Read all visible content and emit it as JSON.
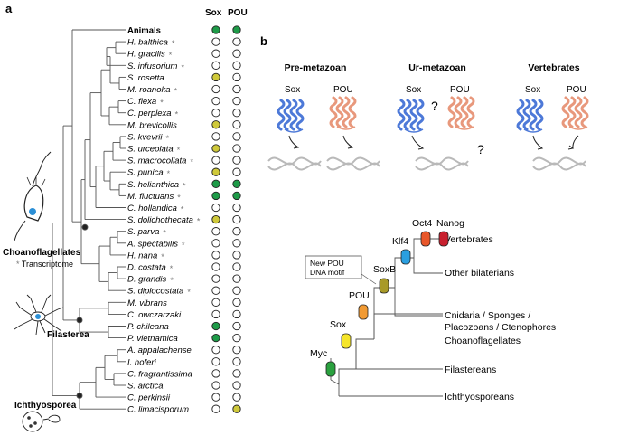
{
  "panel_a": {
    "label": "a",
    "columns": [
      "Sox",
      "POU"
    ],
    "taxa": [
      {
        "name": "Animals",
        "transcriptome": false,
        "sox": "green",
        "pou": "green"
      },
      {
        "name": "H. balthica",
        "transcriptome": true,
        "sox": "white",
        "pou": "white"
      },
      {
        "name": "H. gracilis",
        "transcriptome": true,
        "sox": "white",
        "pou": "white"
      },
      {
        "name": "S. infusorium",
        "transcriptome": true,
        "sox": "white",
        "pou": "white"
      },
      {
        "name": "S. rosetta",
        "transcriptome": false,
        "sox": "yellow",
        "pou": "white"
      },
      {
        "name": "M. roanoka",
        "transcriptome": true,
        "sox": "white",
        "pou": "white"
      },
      {
        "name": "C. flexa",
        "transcriptome": true,
        "sox": "white",
        "pou": "white"
      },
      {
        "name": "C. perplexa",
        "transcriptome": true,
        "sox": "white",
        "pou": "white"
      },
      {
        "name": "M. brevicollis",
        "transcriptome": false,
        "sox": "yellow",
        "pou": "white"
      },
      {
        "name": "S. kvevrii",
        "transcriptome": true,
        "sox": "white",
        "pou": "white"
      },
      {
        "name": "S. urceolata",
        "transcriptome": true,
        "sox": "yellow",
        "pou": "white"
      },
      {
        "name": "S. macrocollata",
        "transcriptome": true,
        "sox": "white",
        "pou": "white"
      },
      {
        "name": "S. punica",
        "transcriptome": true,
        "sox": "yellow",
        "pou": "white"
      },
      {
        "name": "S. helianthica",
        "transcriptome": true,
        "sox": "green",
        "pou": "green"
      },
      {
        "name": "M. fluctuans",
        "transcriptome": true,
        "sox": "green",
        "pou": "green"
      },
      {
        "name": "C. hollandica",
        "transcriptome": true,
        "sox": "white",
        "pou": "white"
      },
      {
        "name": "S. dolichothecata",
        "transcriptome": true,
        "sox": "yellow",
        "pou": "white"
      },
      {
        "name": "S. parva",
        "transcriptome": true,
        "sox": "white",
        "pou": "white"
      },
      {
        "name": "A. spectabilis",
        "transcriptome": true,
        "sox": "white",
        "pou": "white"
      },
      {
        "name": "H. nana",
        "transcriptome": true,
        "sox": "white",
        "pou": "white"
      },
      {
        "name": "D. costata",
        "transcriptome": true,
        "sox": "white",
        "pou": "white"
      },
      {
        "name": "D. grandis",
        "transcriptome": true,
        "sox": "white",
        "pou": "white"
      },
      {
        "name": "S. diplocostata",
        "transcriptome": true,
        "sox": "white",
        "pou": "white"
      },
      {
        "name": "M. vibrans",
        "transcriptome": false,
        "sox": "white",
        "pou": "white"
      },
      {
        "name": "C. owczarzaki",
        "transcriptome": false,
        "sox": "white",
        "pou": "white"
      },
      {
        "name": "P. chileana",
        "transcriptome": false,
        "sox": "green",
        "pou": "white"
      },
      {
        "name": "P. vietnamica",
        "transcriptome": false,
        "sox": "green",
        "pou": "white"
      },
      {
        "name": "A. appalachense",
        "transcriptome": false,
        "sox": "white",
        "pou": "white"
      },
      {
        "name": "I. hoferi",
        "transcriptome": false,
        "sox": "white",
        "pou": "white"
      },
      {
        "name": "C. fragrantissima",
        "transcriptome": false,
        "sox": "white",
        "pou": "white"
      },
      {
        "name": "S. arctica",
        "transcriptome": false,
        "sox": "white",
        "pou": "white"
      },
      {
        "name": "C. perkinsii",
        "transcriptome": false,
        "sox": "white",
        "pou": "white"
      },
      {
        "name": "C. limacisporum",
        "transcriptome": false,
        "sox": "white",
        "pou": "yellow"
      }
    ],
    "groups": {
      "choano": "Choanoflagellates",
      "transcriptome_note": "Transcriptome",
      "filasterea": "Filasterea",
      "ichthyo": "Ichthyosporea"
    }
  },
  "panel_b": {
    "label": "b",
    "stages": [
      {
        "title": "Pre-metazoan",
        "left": "Sox",
        "right": "POU"
      },
      {
        "title": "Ur-metazoan",
        "left": "Sox",
        "right": "POU"
      },
      {
        "title": "Vertebrates",
        "left": "Sox",
        "right": "POU"
      }
    ],
    "question_mark": "?",
    "tree_leaves": [
      "Vertebrates",
      "Other bilaterians",
      "Cnidaria / Sponges /",
      "Placozoans / Ctenophores",
      "Choanoflagellates",
      "Filastereans",
      "Ichthyosporeans"
    ],
    "gene_labels": [
      "Myc",
      "Sox",
      "POU",
      "SoxB",
      "Klf4",
      "Oct4",
      "Nanog"
    ],
    "motif_box": [
      "New POU",
      "DNA motif"
    ]
  },
  "colors": {
    "green": "#1e9b48",
    "yellow": "#cfc93a",
    "white": "#ffffff",
    "sox_blue": "#4d79d8",
    "pou_salmon": "#e8987c",
    "myc": "#2aa13f",
    "sox_marker": "#f5e52a",
    "pou_marker": "#f19a33",
    "soxb_marker": "#a89a28",
    "klf4_marker": "#2a9fe0",
    "oct4_marker": "#e8572a",
    "nanog_marker": "#c8202e"
  }
}
